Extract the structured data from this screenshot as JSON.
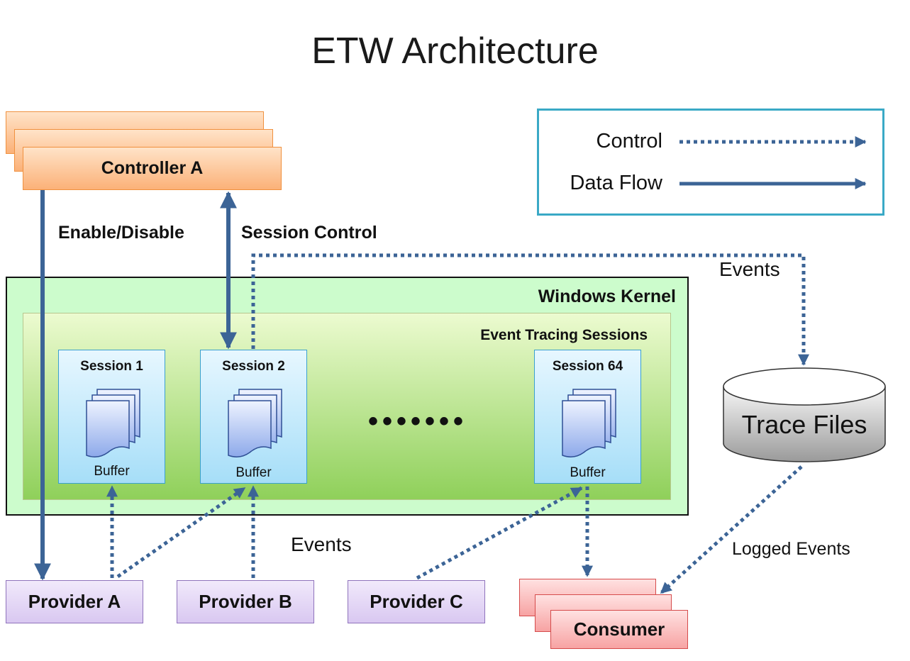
{
  "title": "ETW Architecture",
  "legend": {
    "control": "Control",
    "data_flow": "Data Flow"
  },
  "controller": {
    "label": "Controller A"
  },
  "flow_labels": {
    "enable_disable": "Enable/Disable",
    "session_control": "Session Control",
    "events_top": "Events",
    "events_bottom": "Events",
    "logged_events": "Logged Events"
  },
  "kernel": {
    "label": "Windows Kernel"
  },
  "sessions_container": {
    "label": "Event Tracing Sessions"
  },
  "sessions": [
    {
      "title": "Session 1",
      "buffer": "Buffer"
    },
    {
      "title": "Session 2",
      "buffer": "Buffer"
    },
    {
      "title": "Session 64",
      "buffer": "Buffer"
    }
  ],
  "ellipsis": "•••••••",
  "trace_files": {
    "label": "Trace Files"
  },
  "providers": [
    "Provider A",
    "Provider B",
    "Provider C"
  ],
  "consumer": {
    "label": "Consumer"
  },
  "colors": {
    "arrow": "#3c6496",
    "controller_border": "#f0913f",
    "provider_border": "#8f73bc",
    "consumer_border": "#d54b4b",
    "legend_border": "#3aa9c6",
    "kernel_fill": "#ccfccc",
    "session_border": "#3aa0cf"
  }
}
